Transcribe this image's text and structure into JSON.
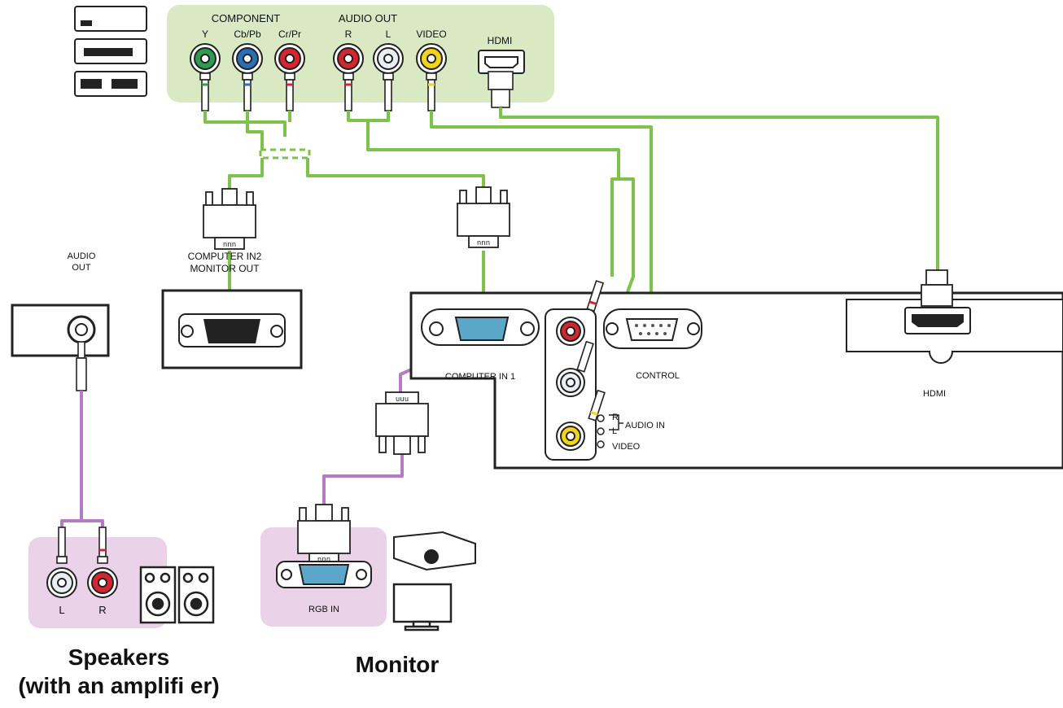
{
  "source_panel": {
    "component_label": "COMPONENT",
    "y_label": "Y",
    "cbpb_label": "Cb/Pb",
    "crpr_label": "Cr/Pr",
    "audio_out_label": "AUDIO OUT",
    "r_label": "R",
    "l_label": "L",
    "video_label": "VIDEO",
    "hdmi_label": "HDMI"
  },
  "computer_in2_label_1": "COMPUTER IN2",
  "monitor_out_label": "MONITOR OUT",
  "audio_out_jack": {
    "line1": "AUDIO",
    "line2": "OUT"
  },
  "projector_panel": {
    "computer_in1_label": "COMPUTER IN 1",
    "control_label": "CONTROL",
    "hdmi_label": "HDMI",
    "r_label": "R",
    "l_label": "L",
    "audio_in_label": "AUDIO IN",
    "video_label": "VIDEO"
  },
  "speakers_panel": {
    "l_label": "L",
    "r_label": "R"
  },
  "monitor_panel": {
    "rgb_in_label": "RGB IN"
  },
  "captions": {
    "speakers_line1": "Speakers",
    "speakers_line2": "(with an amplifi er)",
    "monitor": "Monitor"
  },
  "colors": {
    "green_cable": "#7dc24a",
    "purple_cable": "#b57bc4",
    "source_panel_bg": "#d9e9c4",
    "speaker_panel_bg": "#ead3e8",
    "jack_green": "#2e9a52",
    "jack_blue": "#2a6fb5",
    "jack_red": "#d3262f",
    "jack_white": "#e8eef2",
    "jack_yellow": "#f2d51a",
    "vga_blue": "#5aa7c9"
  }
}
